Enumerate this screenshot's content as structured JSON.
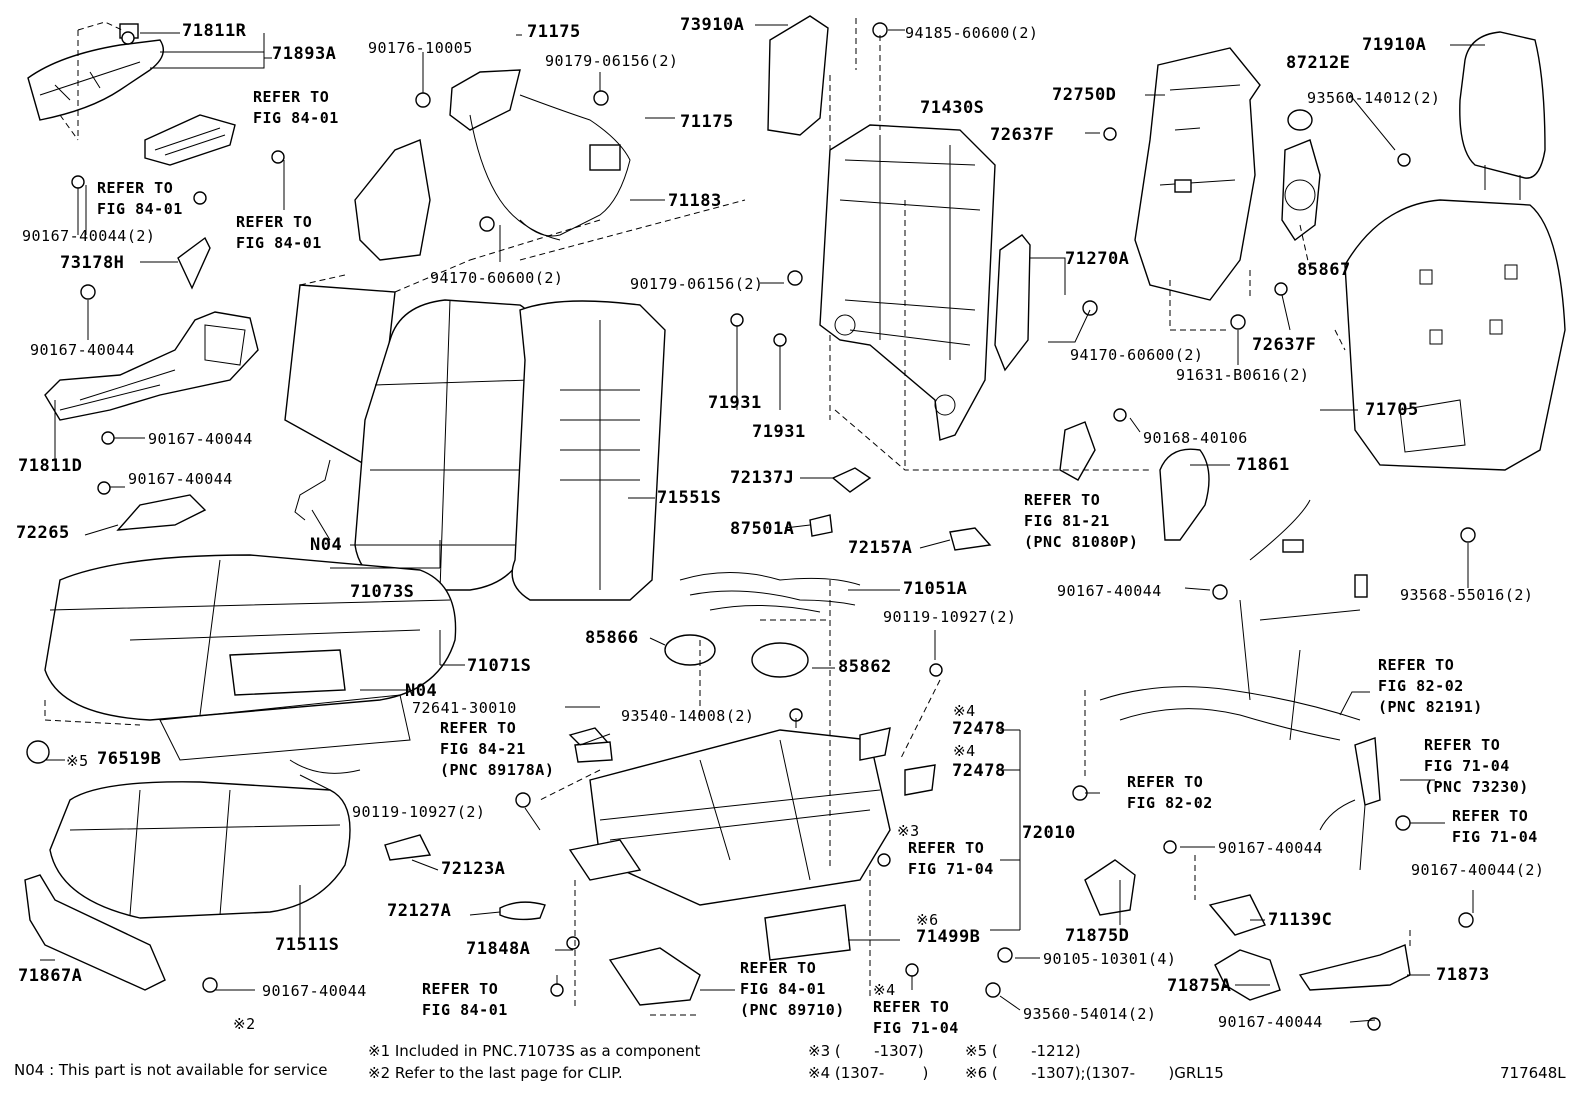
{
  "labels": {
    "l71811r": "71811R",
    "l71893a": "71893A",
    "l9017610005": "90176-10005",
    "l71175a": "71175",
    "l9017906156a": "90179-06156(2)",
    "l71175b": "71175",
    "l73910a": "73910A",
    "l9418560600": "94185-60600(2)",
    "l71910a": "71910A",
    "l87212e": "87212E",
    "l72750d": "72750D",
    "l9356014012": "93560-14012(2)",
    "l71430s": "71430S",
    "l72637fa": "72637F",
    "l71183": "71183",
    "l9416760044a": "90167-40044(2)",
    "l9417060600a": "94170-60600(2)",
    "l73178h": "73178H",
    "l9016740044b": "90167-40044",
    "l9017906156b": "90179-06156(2)",
    "l71270a": "71270A",
    "l85867": "85867",
    "l72637fb": "72637F",
    "l9417060600b": "94170-60600(2)",
    "l91631b0616": "91631-B0616(2)",
    "l71931a": "71931",
    "l71931b": "71931",
    "l71705": "71705",
    "l9016740044c": "90167-40044",
    "l71811d": "71811D",
    "l9016840106": "90168-40106",
    "l71861": "71861",
    "l9016740044d": "90167-40044",
    "l72137j": "72137J",
    "l72265": "72265",
    "l71551s": "71551S",
    "l87501a": "87501A",
    "l72157a": "72157A",
    "l9016740044e": "90167-40044",
    "l9356855016": "93568-55016(2)",
    "l71051a": "71051A",
    "ln04a": "N04",
    "l71073s": "71073S",
    "l9011910927a": "90119-10927(2)",
    "l85866": "85866",
    "l85862": "85862",
    "l71071s": "71071S",
    "ln04b": "N04",
    "l7264130010": "72641-30010",
    "l9354014008": "93540-14008(2)",
    "lx4a": "※4",
    "l72478a": "72478",
    "lx4b": "※4",
    "l72478b": "72478",
    "l76519b": "76519B",
    "lx5": "※5",
    "l9011910927b": "90119-10927(2)",
    "lx3": "※3",
    "l72010": "72010",
    "l72123a": "72123A",
    "l9016740044f": "90167-40044",
    "l9016740044g": "90167-40044(2)",
    "l71139c": "71139C",
    "l71875d": "71875D",
    "l72127a": "72127A",
    "lx6": "※6",
    "l71499b": "71499B",
    "l9010510301": "90105-10301(4)",
    "l71511s": "71511S",
    "l71848a": "71848A",
    "l71875a": "71875A",
    "l71873": "71873",
    "l71867a": "71867A",
    "l9016740044h": "90167-40044",
    "l9356054014": "93560-54014(2)",
    "l9016740044i": "90167-40044",
    "lx4c": "※4",
    "lx2": "※2"
  },
  "refs": {
    "r1": "REFER TO\nFIG 84-01",
    "r2": "REFER TO\nFIG 84-01",
    "r3": "REFER TO\nFIG 84-01",
    "r4": "REFER TO\nFIG 81-21\n(PNC 81080P)",
    "r5": "REFER TO\nFIG 82-02\n(PNC 82191)",
    "r6": "REFER TO\nFIG 84-21\n(PNC 89178A)",
    "r7": "REFER TO\nFIG 71-04\n(PNC 73230)",
    "r8": "REFER TO\nFIG 82-02",
    "r9": "REFER TO\nFIG 71-04",
    "r10": "REFER TO\nFIG 71-04",
    "r11": "REFER TO\nFIG 84-01",
    "r12": "REFER TO\nFIG 84-01\n(PNC 89710)",
    "r13": "REFER TO\nFIG 71-04"
  },
  "footer": {
    "n04": "N04 : This part is not available for service",
    "note1": "※1 Included in PNC.71073S as a component",
    "note2": "※2 Refer to the last page for CLIP.",
    "note3": "※3 (       -1307)",
    "note4": "※4 (1307-        )",
    "note5": "※5 (       -1212)",
    "note6": "※6 (       -1307);(1307-       )GRL15",
    "code": "717648L"
  }
}
